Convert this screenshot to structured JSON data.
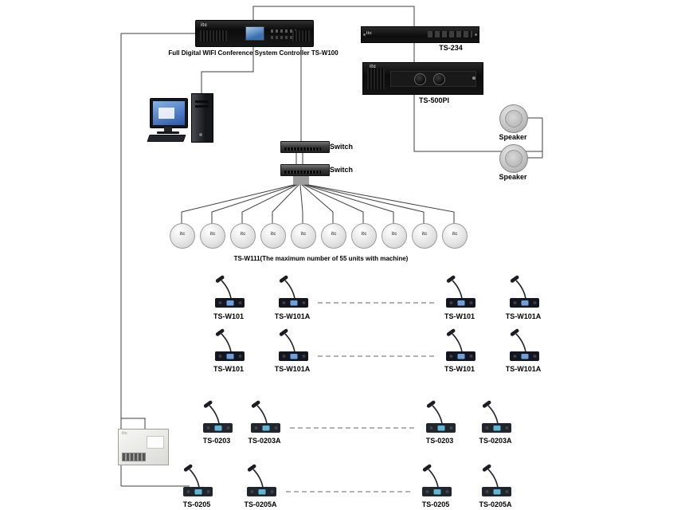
{
  "diagram": {
    "brand": "itc",
    "controller": {
      "caption": "Full Digital WIFI Conference System Controller TS-W100"
    },
    "ts234": {
      "caption": "TS-234"
    },
    "amplifier": {
      "caption": "TS-500PI"
    },
    "speakers": [
      {
        "caption": "Speaker"
      },
      {
        "caption": "Speaker"
      }
    ],
    "switches": [
      {
        "caption": "Switch"
      },
      {
        "caption": "Switch"
      }
    ],
    "ceiling_units": {
      "caption": "TS-W111(The maximum number of 55 units with machine)",
      "count": 10
    },
    "mic_rows": [
      {
        "labels": [
          "TS-W101",
          "TS-W101A",
          "TS-W101",
          "TS-W101A"
        ]
      },
      {
        "labels": [
          "TS-W101",
          "TS-W101A",
          "TS-W101",
          "TS-W101A"
        ]
      },
      {
        "labels": [
          "TS-0203",
          "TS-0203A",
          "TS-0203",
          "TS-0203A"
        ]
      },
      {
        "labels": [
          "TS-0205",
          "TS-0205A",
          "TS-0205",
          "TS-0205A"
        ]
      }
    ]
  }
}
